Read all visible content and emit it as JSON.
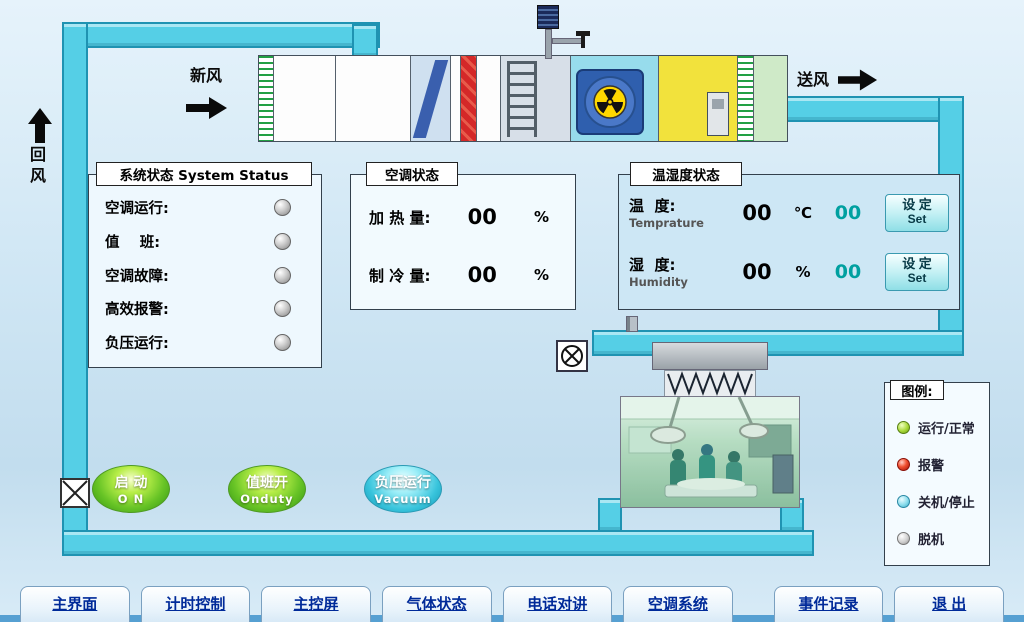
{
  "labels": {
    "fresh_air": "新风",
    "supply_air": "送风",
    "return_air": "回风"
  },
  "system_status": {
    "title": "系统状态 System Status",
    "items": [
      {
        "label": "空调运行:",
        "state": "off"
      },
      {
        "label": "值    班:",
        "state": "off"
      },
      {
        "label": "空调故障:",
        "state": "off"
      },
      {
        "label": "高效报警:",
        "state": "off"
      },
      {
        "label": "负压运行:",
        "state": "off"
      }
    ]
  },
  "ac_status": {
    "title": "空调状态",
    "rows": [
      {
        "label": "加 热 量:",
        "value": "00",
        "unit": "%"
      },
      {
        "label": "制 冷 量:",
        "value": "00",
        "unit": "%"
      }
    ]
  },
  "temp_humidity": {
    "title": "温湿度状态",
    "rows": [
      {
        "label": "温  度:",
        "sublabel": "Temprature",
        "value": "00",
        "unit": "℃",
        "setpoint": "00",
        "button": {
          "cn": "设 定",
          "en": "Set"
        }
      },
      {
        "label": "湿  度:",
        "sublabel": "Humidity",
        "value": "00",
        "unit": "%",
        "setpoint": "00",
        "button": {
          "cn": "设 定",
          "en": "Set"
        }
      }
    ]
  },
  "control_buttons": [
    {
      "line1": "启 动",
      "line2": "O N",
      "style": "green"
    },
    {
      "line1": "值班开",
      "line2": "Onduty",
      "style": "green"
    },
    {
      "line1": "负压运行",
      "line2": "Vacuum",
      "style": "cyan"
    }
  ],
  "legend": {
    "title": "图例:",
    "items": [
      {
        "label": "运行/正常",
        "color": "#9acd32"
      },
      {
        "label": "报警",
        "color": "#d42020"
      },
      {
        "label": "关机/停止",
        "color": "#6fd8ec"
      },
      {
        "label": "脱机",
        "color": "#b8b8b8"
      }
    ]
  },
  "nav": [
    "主界面",
    "计时控制",
    "主控屏",
    "气体状态",
    "电话对讲",
    "空调系统",
    "事件记录",
    "退 出"
  ],
  "colors": {
    "duct": "#55cfe6",
    "setpoint_teal": "#00a0a0",
    "nav_text": "#002a99",
    "indicator_off": "#b0b0b0"
  }
}
